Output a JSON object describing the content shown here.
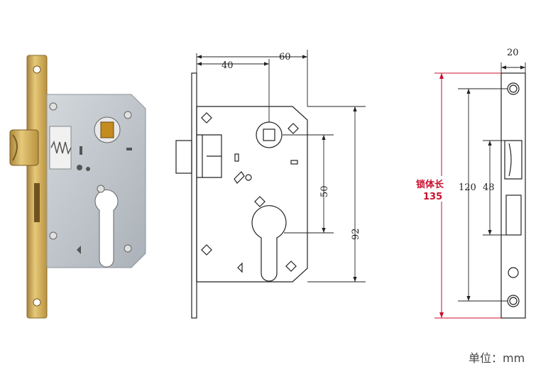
{
  "dimensions": {
    "backset": "40",
    "case_width": "60",
    "thickness": "20",
    "center_distance": "50",
    "case_height": "92",
    "faceplate_holes": "120",
    "slot": "48"
  },
  "lock_length": {
    "label": "锁体长",
    "value": "135"
  },
  "unit_label": "单位：mm",
  "colors": {
    "brass": "#c9a24a",
    "case": "#bfc6cc",
    "line": "#222222",
    "accent_red": "#c8102e"
  }
}
